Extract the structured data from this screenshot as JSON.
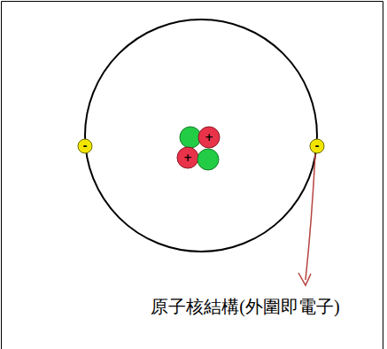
{
  "diagram": {
    "labels": [
      "+",
      "-",
      "-",
      "+",
      "原子核結構(外圍即電子)"
    ]
  }
}
